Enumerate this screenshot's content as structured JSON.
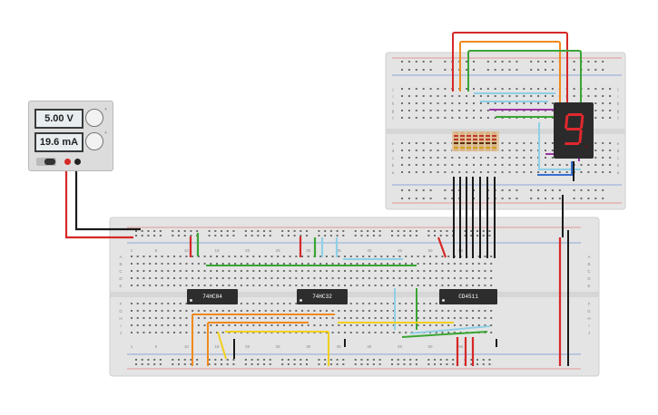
{
  "power_supply": {
    "voltage": "5.00 V",
    "current": "19.6 mA",
    "knob_v_hint": "+",
    "knob_a_hint": "+"
  },
  "chips": [
    {
      "label": "74HC04"
    },
    {
      "label": "74HC32"
    },
    {
      "label": "CD4511"
    }
  ],
  "seven_segment": {
    "digit": "9",
    "segment_color": "#e0282e",
    "body_color": "#2b2b2b"
  },
  "main_breadboard": {
    "column_numbers_top": [
      "1",
      "5",
      "10",
      "15",
      "20",
      "25",
      "30",
      "35",
      "40",
      "45",
      "50",
      "55"
    ],
    "column_numbers_bottom": [
      "1",
      "5",
      "10",
      "15",
      "20",
      "25",
      "30",
      "35",
      "40",
      "45",
      "50",
      "55"
    ],
    "row_letters_left_top": [
      "A",
      "B",
      "C",
      "D",
      "E"
    ],
    "row_letters_left_bottom": [
      "F",
      "G",
      "H",
      "I",
      "J"
    ],
    "row_letters_right_top": [
      "A",
      "B",
      "C",
      "D",
      "E"
    ],
    "row_letters_right_bottom": [
      "F",
      "G",
      "H",
      "I",
      "J"
    ]
  },
  "small_breadboard": {
    "column_numbers": [
      "1",
      "5",
      "10",
      "15",
      "20",
      "25",
      "30"
    ],
    "row_letters_top": [
      "j",
      "i",
      "h",
      "g",
      "f"
    ],
    "row_letters_bottom": [
      "e",
      "d",
      "c",
      "b",
      "a"
    ]
  },
  "colors": {
    "wire_red": "#d62828",
    "wire_black": "#1a1a1a",
    "wire_green": "#3aa535",
    "wire_orange": "#f08a1c",
    "wire_yellow": "#f2cf1d",
    "wire_lightblue": "#8fd0e6",
    "wire_purple": "#9b34a6",
    "breadboard": "#e4e4e4",
    "rail_red": "#e34848",
    "rail_blue": "#3a6fd0"
  }
}
